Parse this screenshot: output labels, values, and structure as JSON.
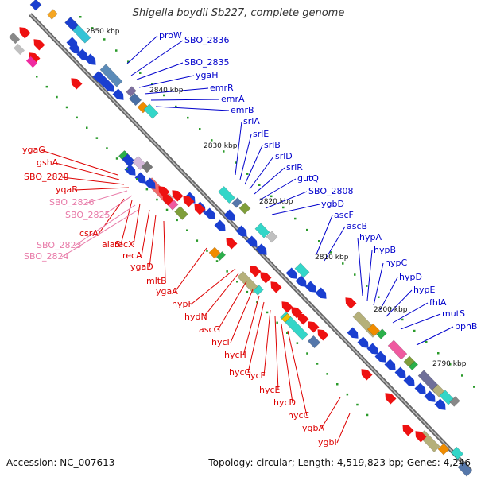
{
  "title": "Shigella boydii Sb227, complete genome",
  "footer": {
    "accession": "Accession: NC_007613",
    "topology": "Topology: circular; Length: 4,519,823 bp; Genes: 4,246"
  },
  "colors": {
    "forward_label": "#0000cc",
    "reverse_label": "#dd0000",
    "pseudo_label": "#e87aa8",
    "backbone": "#888888"
  },
  "ticks": [
    "2850 kbp",
    "2840 kbp",
    "2830 kbp",
    "2820 kbp",
    "2810 kbp",
    "2800 kbp",
    "2790 kbp"
  ],
  "labels_forward": [
    "proW",
    "SBO_2836",
    "SBO_2835",
    "ygaH",
    "emrR",
    "emrA",
    "emrB",
    "srlA",
    "srlE",
    "srlB",
    "srlD",
    "srlR",
    "gutQ",
    "SBO_2808",
    "ygbD",
    "ascF",
    "ascB",
    "hypA",
    "hypB",
    "hypC",
    "hypD",
    "hypE",
    "fhlA",
    "mutS",
    "pphB"
  ],
  "labels_reverse": [
    "ygaG",
    "gshA",
    "SBO_2828",
    "yqaB",
    "csrA",
    "alaS",
    "recX",
    "recA",
    "ygaD",
    "mltB",
    "ygaA",
    "hypF",
    "hydN",
    "ascG",
    "hycI",
    "hycH",
    "hycG",
    "hycF",
    "hycE",
    "hycD",
    "hycC",
    "ygbA",
    "ygbI"
  ],
  "labels_pseudo": [
    "SBO_2826",
    "SBO_2825",
    "SBO_2823",
    "SBO_2824"
  ]
}
